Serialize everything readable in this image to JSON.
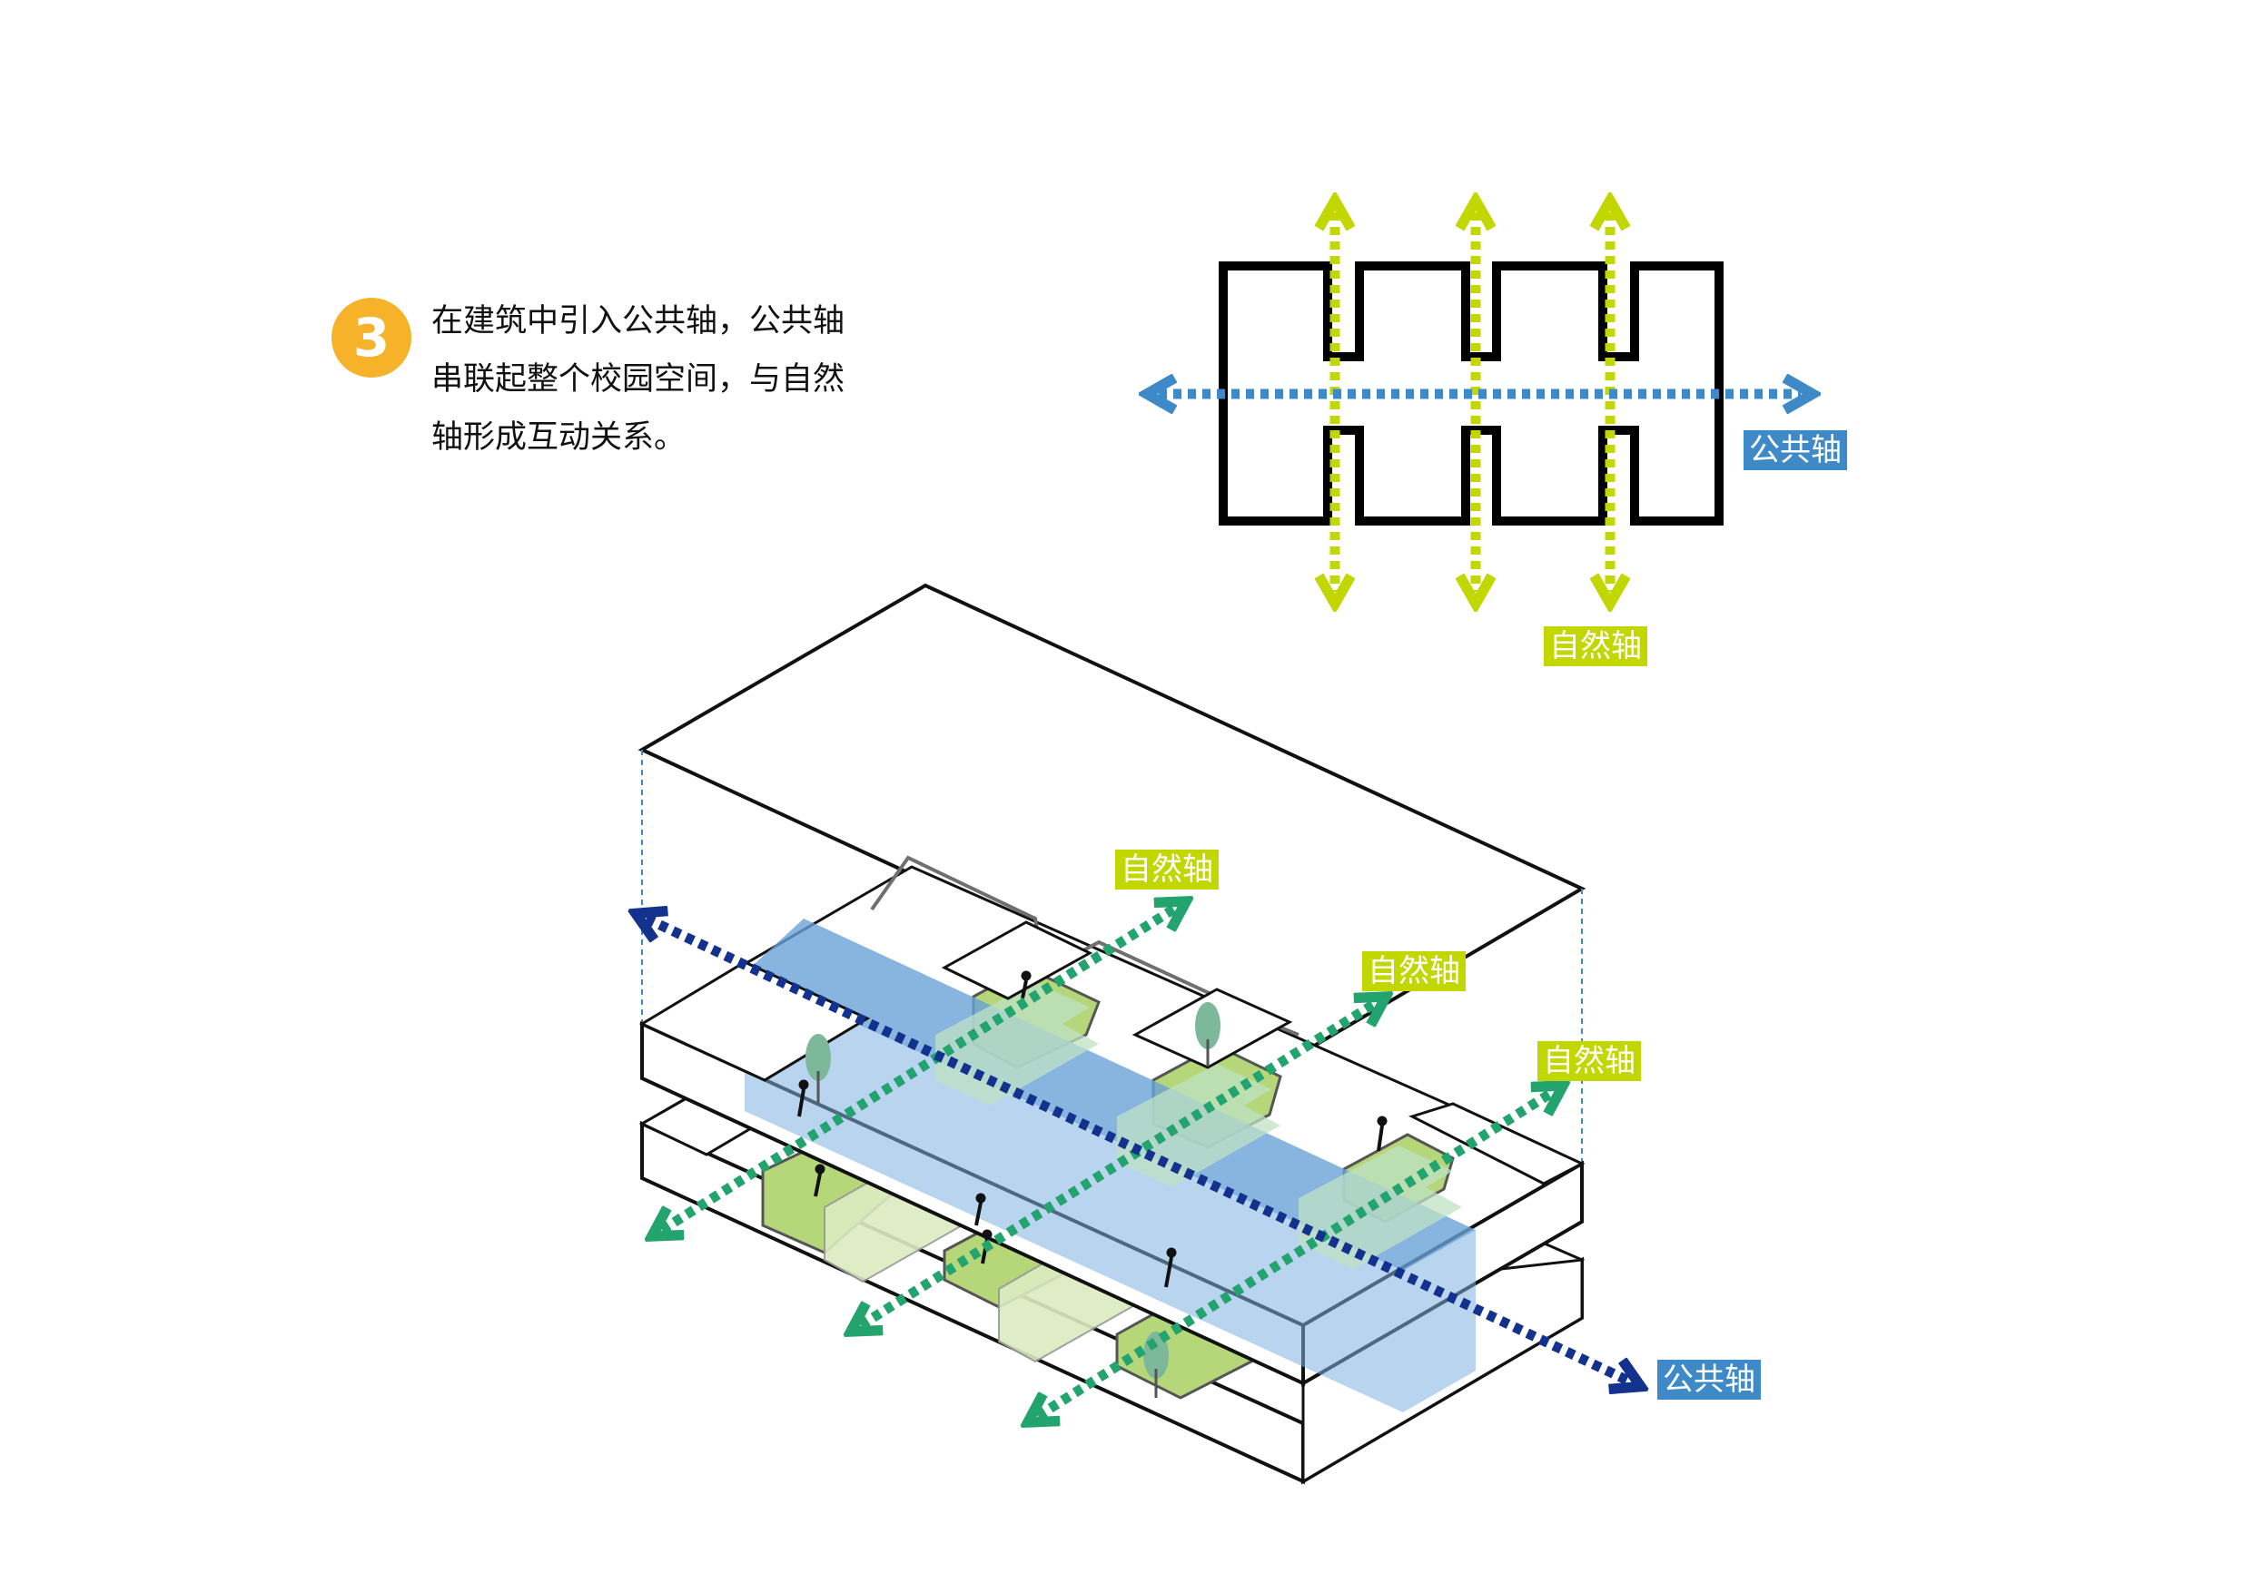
{
  "step": {
    "number": "3",
    "lines": [
      "在建筑中引入公共轴，公共轴",
      "串联起整个校园空间，与自然",
      "轴形成互动关系。"
    ]
  },
  "plan": {
    "public_axis_label": "公共轴",
    "natural_axis_label": "自然轴"
  },
  "axon": {
    "public_axis_label": "公共轴",
    "natural_axis_labels": [
      "自然轴",
      "自然轴",
      "自然轴"
    ]
  },
  "colors": {
    "badge": "#f6b229",
    "public_axis_light": "#3e89c8",
    "public_axis_dark": "#12328d",
    "natural_axis_lime": "#c2d600",
    "natural_axis_green": "#23a46f",
    "courtyard_green": "#b5d77a",
    "public_band_blue": "#7fb0e0"
  }
}
